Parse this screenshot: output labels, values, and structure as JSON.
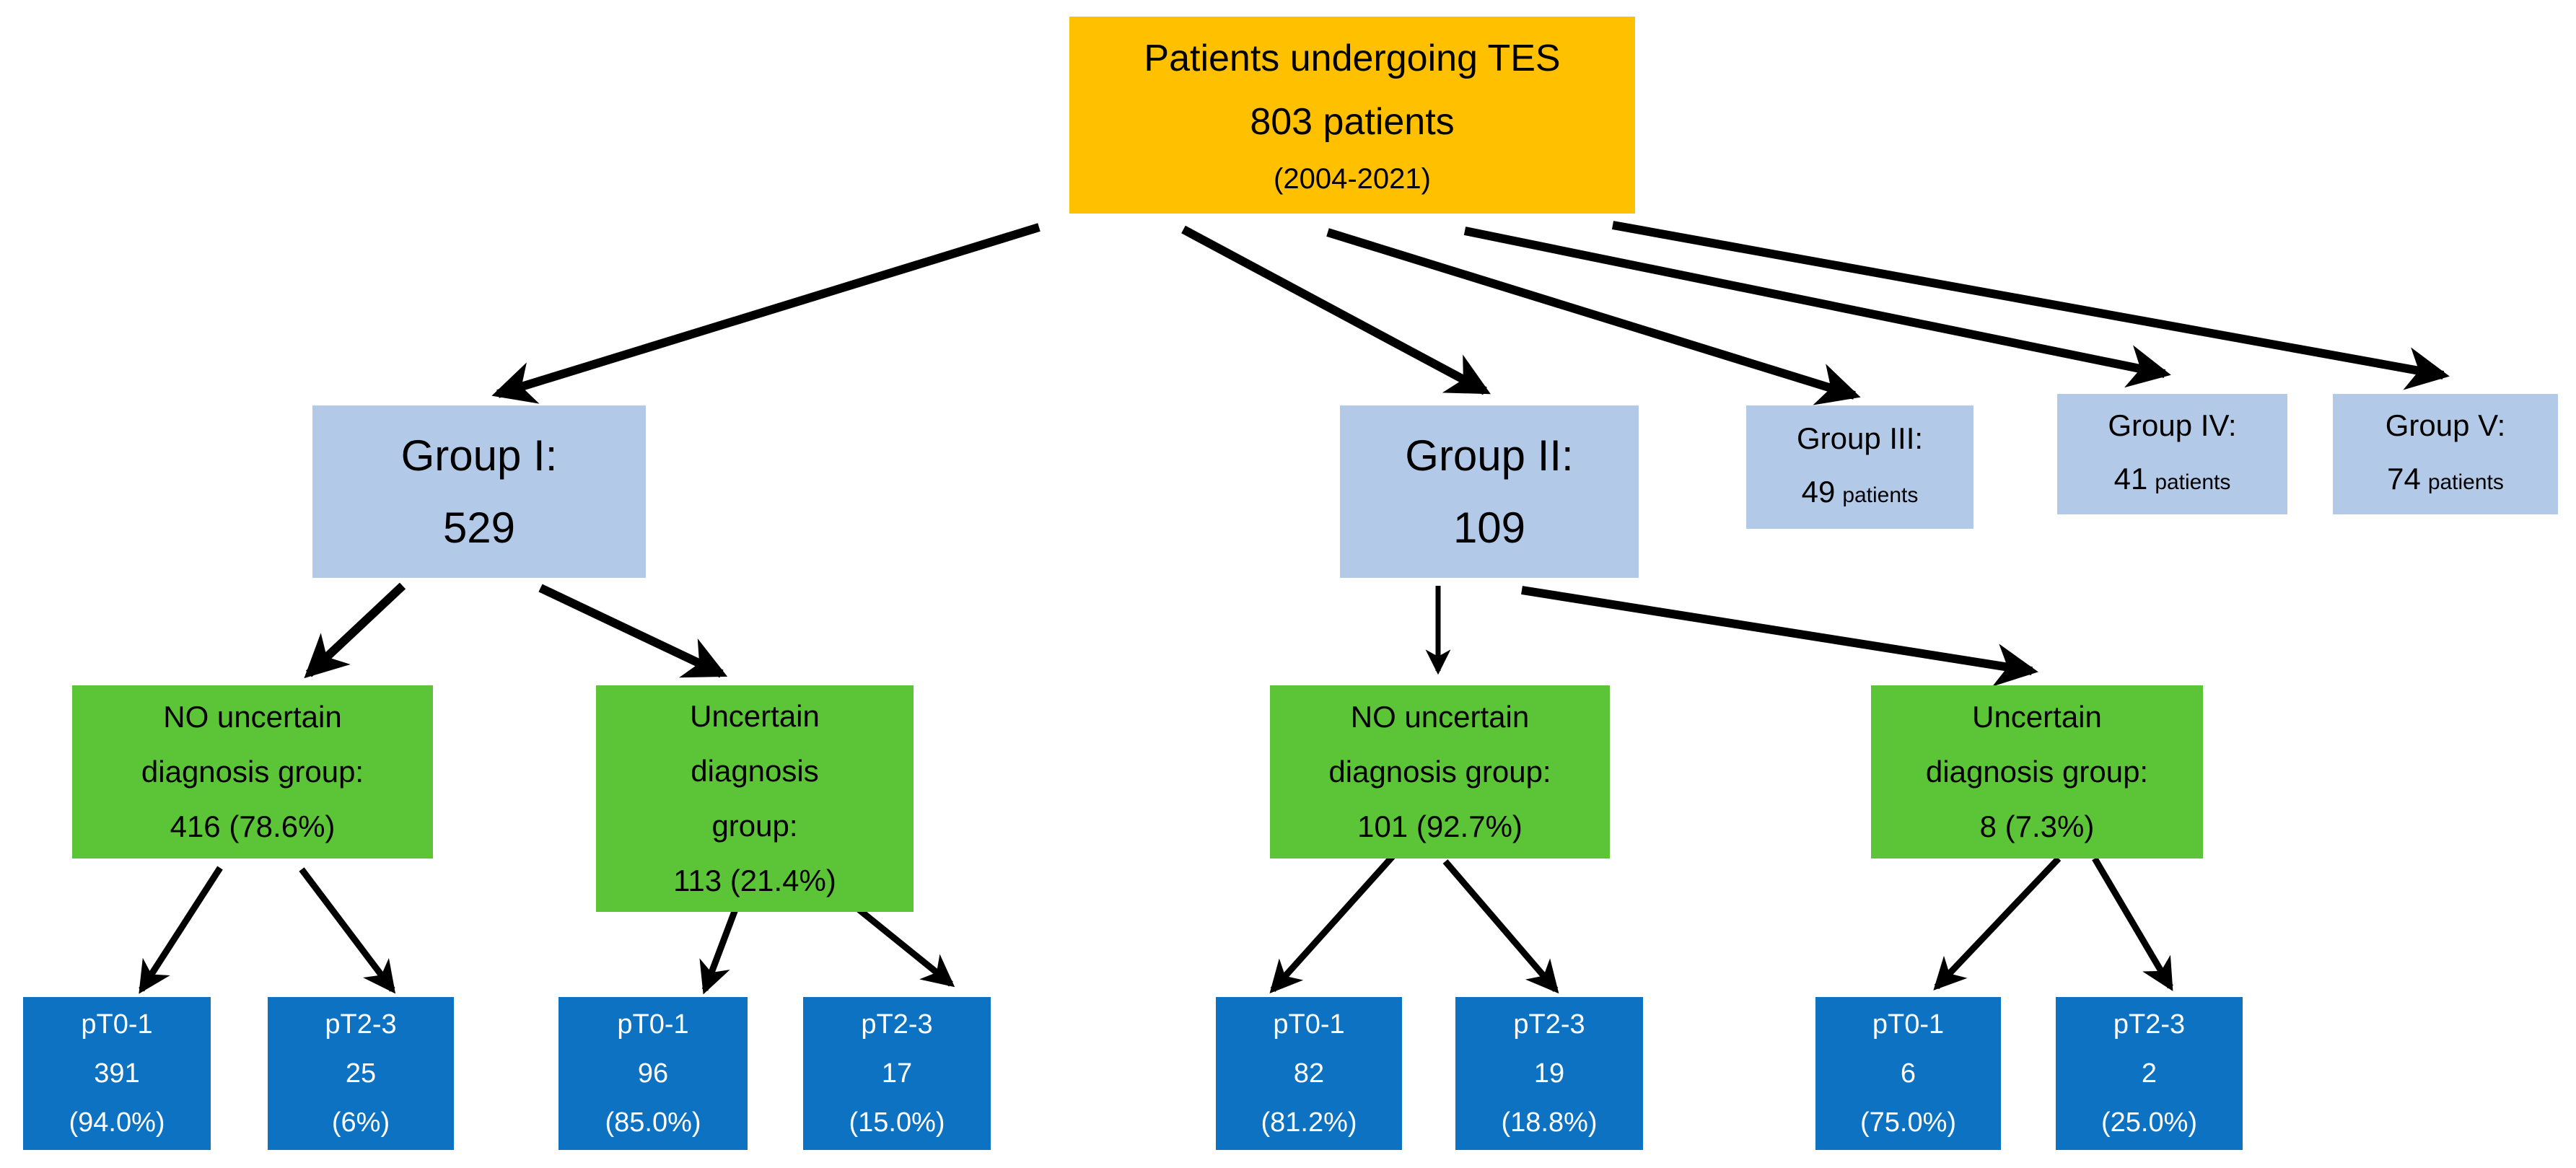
{
  "colors": {
    "root_fill": "#FFC000",
    "group_fill": "#B3C9E8",
    "diagnosis_fill": "#5CC437",
    "stage_fill": "#0E72C2",
    "arrow": "#000000",
    "text_dark": "#000000",
    "text_light": "#FFFFFF"
  },
  "root": {
    "line1": "Patients undergoing TES",
    "line2": "803 patients",
    "line3": "(2004-2021)"
  },
  "groups": [
    {
      "id": "group-1",
      "title": "Group I:",
      "count": "529"
    },
    {
      "id": "group-2",
      "title": "Group II:",
      "count": "109"
    },
    {
      "id": "group-3",
      "title": "Group III:",
      "count": "49",
      "unit": "patients"
    },
    {
      "id": "group-4",
      "title": "Group IV:",
      "count": "41",
      "unit": "patients"
    },
    {
      "id": "group-5",
      "title": "Group V:",
      "count": "74",
      "unit": "patients"
    }
  ],
  "diagnosis_nodes": [
    {
      "id": "g1-no-uncertain",
      "lines": [
        "NO uncertain",
        "diagnosis group:",
        "416 (78.6%)"
      ]
    },
    {
      "id": "g1-uncertain",
      "lines": [
        "Uncertain",
        "diagnosis",
        "group:",
        "113 (21.4%)"
      ]
    },
    {
      "id": "g2-no-uncertain",
      "lines": [
        "NO uncertain",
        "diagnosis group:",
        "101 (92.7%)"
      ]
    },
    {
      "id": "g2-uncertain",
      "lines": [
        "Uncertain",
        "diagnosis group:",
        "8 (7.3%)"
      ]
    }
  ],
  "stage_nodes": [
    {
      "stage": "pT0-1",
      "count": "391",
      "pct": "(94.0%)"
    },
    {
      "stage": "pT2-3",
      "count": "25",
      "pct": "(6%)"
    },
    {
      "stage": "pT0-1",
      "count": "96",
      "pct": "(85.0%)"
    },
    {
      "stage": "pT2-3",
      "count": "17",
      "pct": "(15.0%)"
    },
    {
      "stage": "pT0-1",
      "count": "82",
      "pct": "(81.2%)"
    },
    {
      "stage": "pT2-3",
      "count": "19",
      "pct": "(18.8%)"
    },
    {
      "stage": "pT0-1",
      "count": "6",
      "pct": "(75.0%)"
    },
    {
      "stage": "pT2-3",
      "count": "2",
      "pct": "(25.0%)"
    }
  ],
  "edges": [
    {
      "from": "root",
      "to": "group-1"
    },
    {
      "from": "root",
      "to": "group-2"
    },
    {
      "from": "root",
      "to": "group-3"
    },
    {
      "from": "root",
      "to": "group-4"
    },
    {
      "from": "root",
      "to": "group-5"
    },
    {
      "from": "group-1",
      "to": "g1-no-uncertain"
    },
    {
      "from": "group-1",
      "to": "g1-uncertain"
    },
    {
      "from": "group-2",
      "to": "g2-no-uncertain"
    },
    {
      "from": "group-2",
      "to": "g2-uncertain"
    },
    {
      "from": "g1-no-uncertain",
      "to": "stage-1"
    },
    {
      "from": "g1-no-uncertain",
      "to": "stage-2"
    },
    {
      "from": "g1-uncertain",
      "to": "stage-3"
    },
    {
      "from": "g1-uncertain",
      "to": "stage-4"
    },
    {
      "from": "g2-no-uncertain",
      "to": "stage-5"
    },
    {
      "from": "g2-no-uncertain",
      "to": "stage-6"
    },
    {
      "from": "g2-uncertain",
      "to": "stage-7"
    },
    {
      "from": "g2-uncertain",
      "to": "stage-8"
    }
  ]
}
